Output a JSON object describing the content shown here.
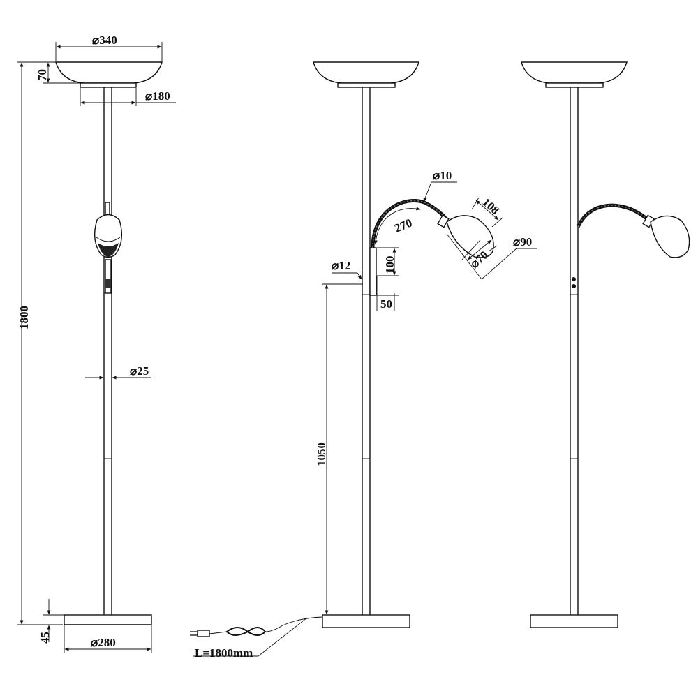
{
  "dimensions": {
    "shade_diameter": "⌀340",
    "shade_height": "70",
    "shade_base_diameter": "⌀180",
    "total_height": "1800",
    "pole_diameter": "⌀25",
    "base_height": "45",
    "base_diameter": "⌀280",
    "cable_length": "L=1800mm",
    "arm_diameter": "⌀10",
    "arm_length": "270",
    "reading_shade_length": "108",
    "reading_shade_inner": "⌀70",
    "reading_shade_outer": "⌀90",
    "bracket_diameter": "⌀12",
    "bracket_height": "100",
    "bracket_offset": "50",
    "arm_mount_height": "1050"
  }
}
